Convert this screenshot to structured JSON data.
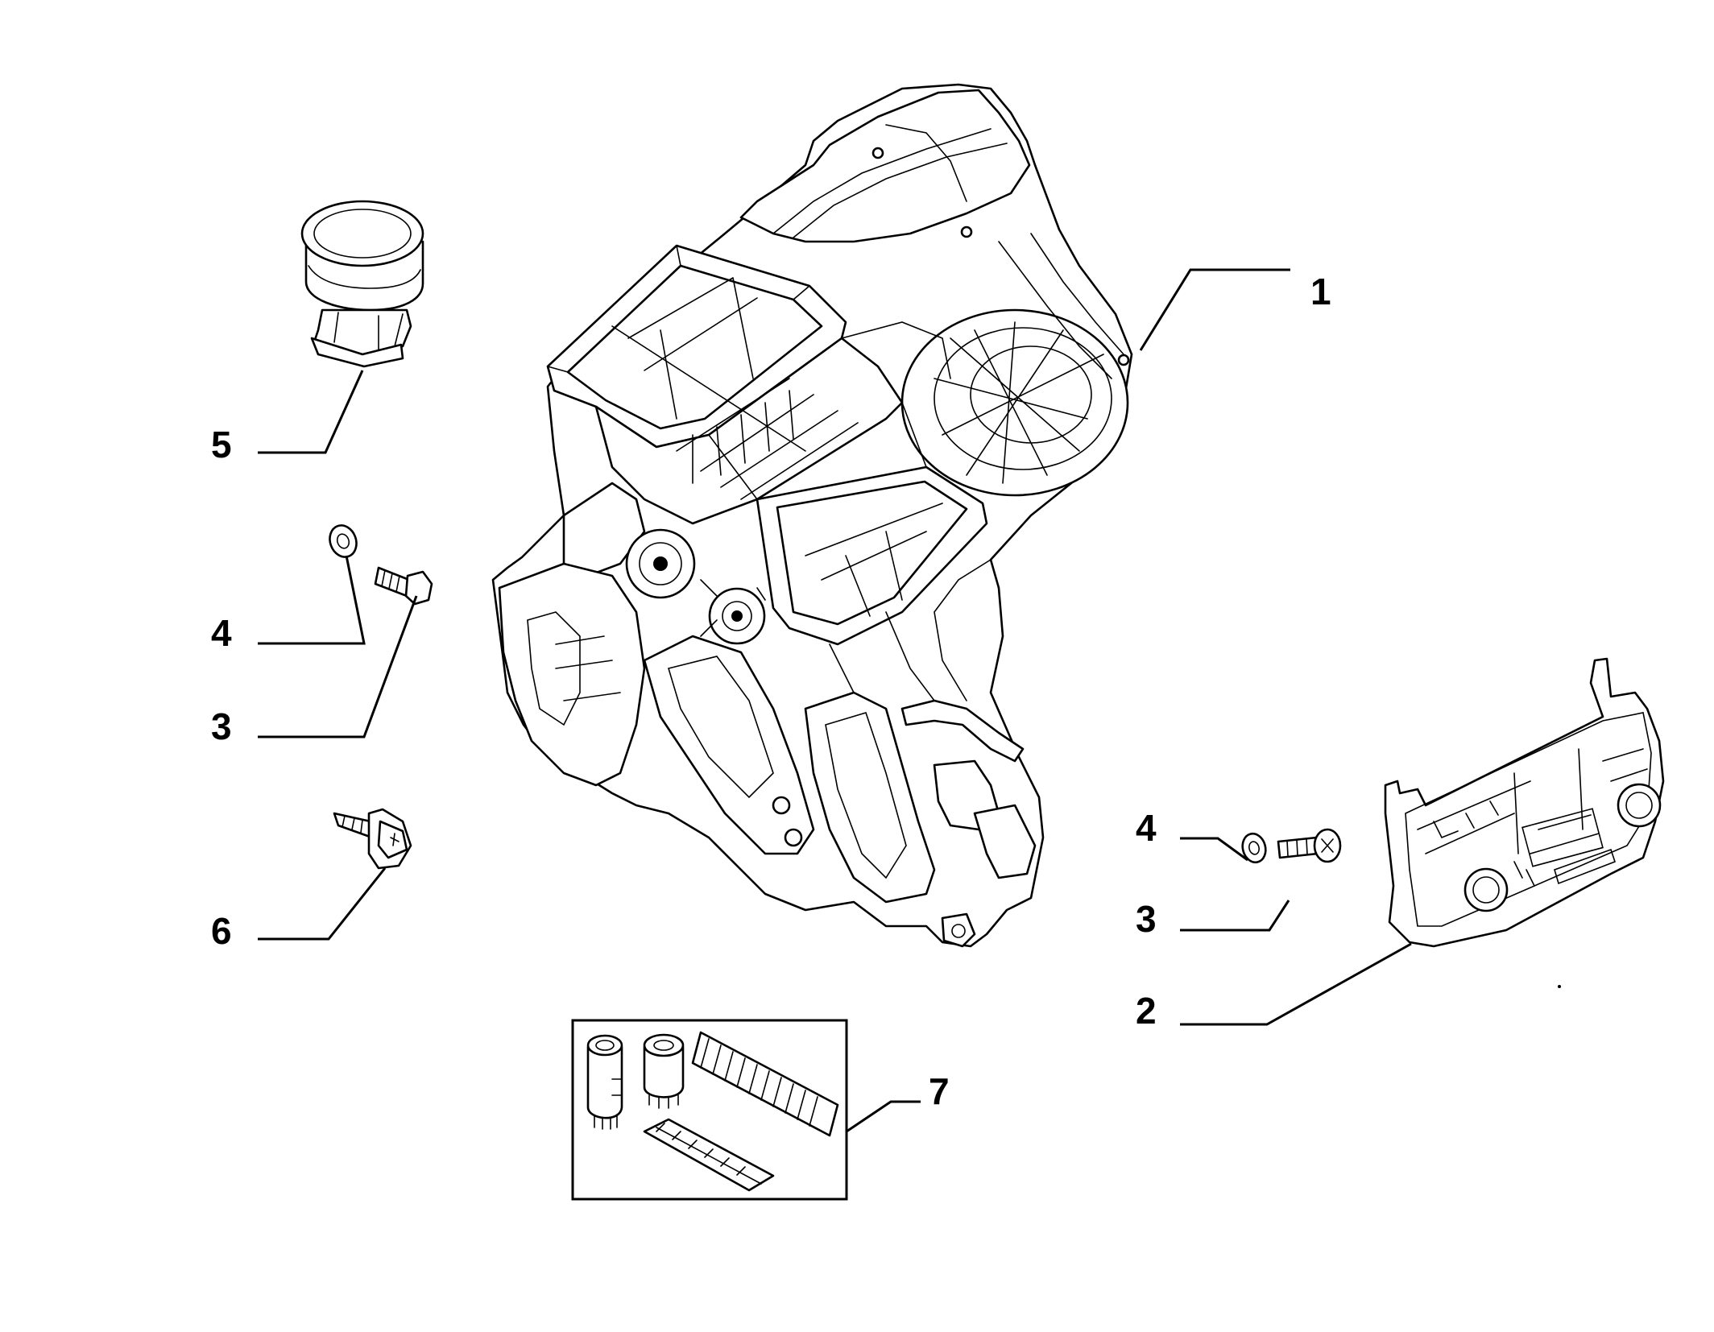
{
  "callouts": [
    {
      "id": "c1",
      "text": "1"
    },
    {
      "id": "c2",
      "text": "2"
    },
    {
      "id": "c3a",
      "text": "3"
    },
    {
      "id": "c3b",
      "text": "3"
    },
    {
      "id": "c4a",
      "text": "4"
    },
    {
      "id": "c4b",
      "text": "4"
    },
    {
      "id": "c5",
      "text": "5"
    },
    {
      "id": "c6",
      "text": "6"
    },
    {
      "id": "c7",
      "text": "7"
    }
  ],
  "colors": {
    "line": "#000000",
    "background": "#ffffff"
  }
}
